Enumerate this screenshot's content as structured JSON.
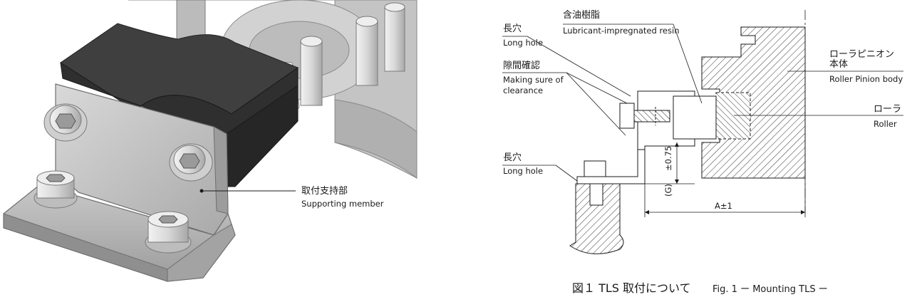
{
  "left_figure": {
    "callout_jp": "取付支持部",
    "callout_en": "Supporting member"
  },
  "right_figure": {
    "labels": {
      "resin_jp": "含油樹脂",
      "resin_en": "Lubricant-impregnated resin",
      "longhole_top_jp": "長穴",
      "longhole_top_en": "Long hole",
      "clearance_jp": "隙間確認",
      "clearance_en1": "Making sure of",
      "clearance_en2": "clearance",
      "pinion_jp1": "ローラピニオン",
      "pinion_jp2": "本体",
      "pinion_en": "Roller Pinion body",
      "roller_jp": "ローラ",
      "roller_en": "Roller",
      "longhole_bottom_jp": "長穴",
      "longhole_bottom_en": "Long hole",
      "dim_g": "(G)",
      "dim_tol": "±0.75",
      "dim_a": "A±1"
    },
    "caption_jp": "図１ TLS 取付について",
    "caption_en": "Fig. 1 ー Mounting TLS ー"
  }
}
